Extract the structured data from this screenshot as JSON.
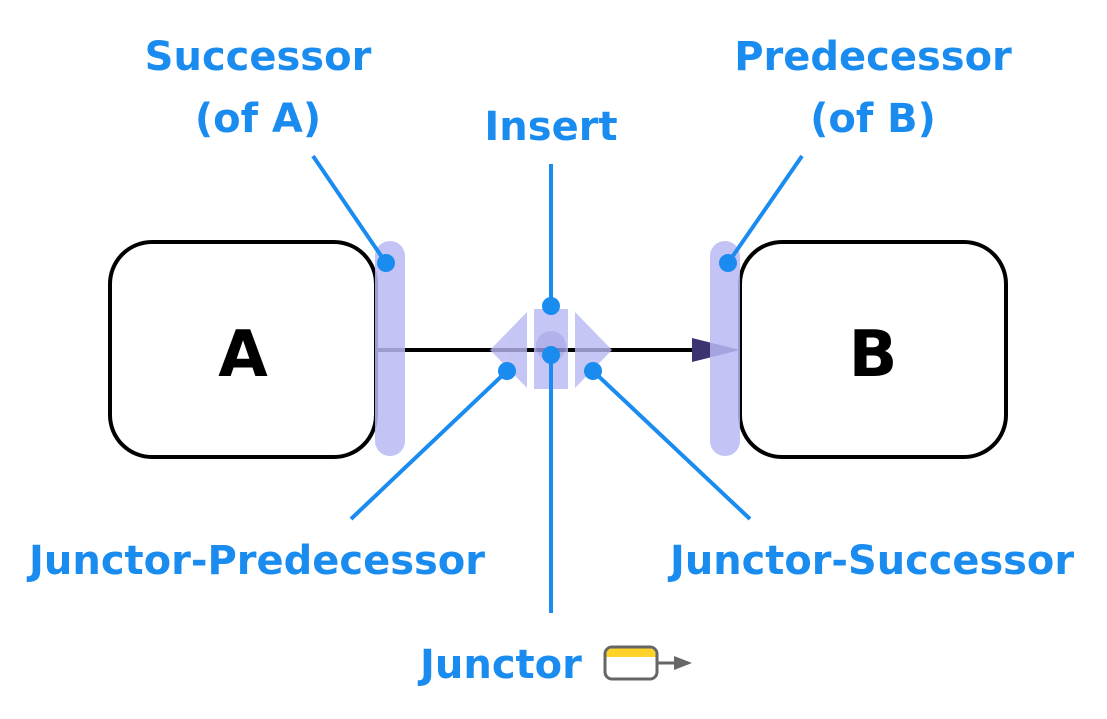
{
  "colors": {
    "accent": "#1a8cf0",
    "highlight": "#b9b8f5",
    "highlight_dark": "#9f9ee8",
    "stroke": "#000000",
    "arrow_fill": "#3b3470",
    "icon_yellow": "#ffd22a",
    "icon_gray": "#666666"
  },
  "diagram": {
    "nodes": [
      {
        "id": "A",
        "label": "A"
      },
      {
        "id": "B",
        "label": "B"
      }
    ],
    "edge": {
      "from": "A",
      "to": "B"
    }
  },
  "labels": {
    "successor_line1": "Successor",
    "successor_line2": "(of A)",
    "predecessor_line1": "Predecessor",
    "predecessor_line2": "(of B)",
    "insert": "Insert",
    "junctor_predecessor": "Junctor-Predecessor",
    "junctor_successor": "Junctor-Successor",
    "junctor": "Junctor"
  },
  "icons": {
    "junctor_icon": "junctor-node-arrow-icon"
  }
}
